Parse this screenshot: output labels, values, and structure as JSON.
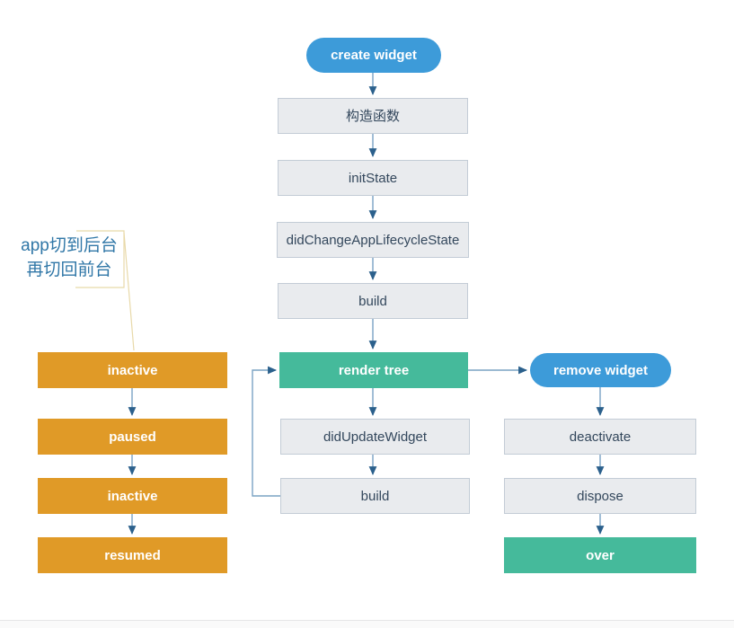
{
  "diagram": {
    "title_semantic": "flutter-widget-lifecycle-flowchart",
    "nodes": {
      "create_widget": "create widget",
      "constructor": "构造函数",
      "init_state": "initState",
      "did_change_app_lifecycle_state": "didChangeAppLifecycleState",
      "build_1": "build",
      "render_tree": "render tree",
      "did_update_widget": "didUpdateWidget",
      "build_2": "build",
      "inactive_1": "inactive",
      "paused": "paused",
      "inactive_2": "inactive",
      "resumed": "resumed",
      "remove_widget": "remove widget",
      "deactivate": "deactivate",
      "dispose": "dispose",
      "over": "over"
    },
    "annotation": {
      "line1": "app切到后台",
      "line2": "再切回前台"
    },
    "colors": {
      "pill_blue": "#3d9bd9",
      "green": "#45ba9b",
      "orange": "#e09a27",
      "box_fill": "#e9ebee",
      "box_border": "#c3ccd6",
      "box_text": "#33475c",
      "arrow_line": "#7aa3c4",
      "arrow_head": "#2b608c",
      "callout_line": "#e8d9a9",
      "annotation_text": "#3077a7"
    }
  }
}
